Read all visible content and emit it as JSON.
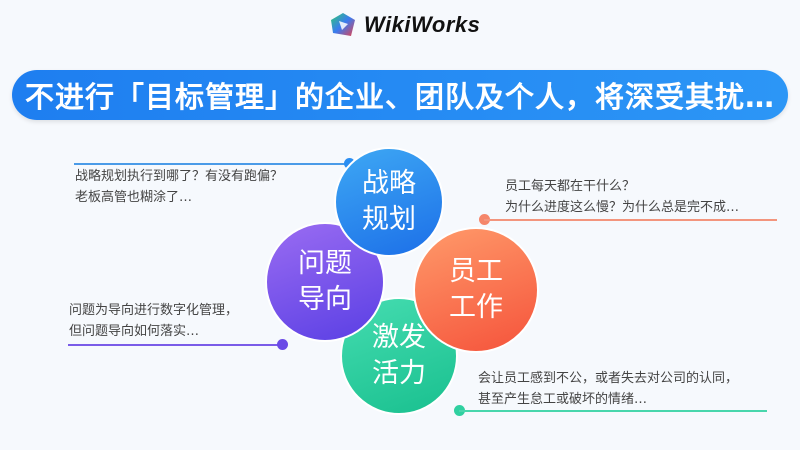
{
  "logo": {
    "text": "WikiWorks"
  },
  "banner": {
    "title": "不进行「目标管理」的企业、团队及个人，将深受其扰…"
  },
  "circles": [
    {
      "l1": "战略",
      "l2": "规划"
    },
    {
      "l1": "问题",
      "l2": "导向"
    },
    {
      "l1": "员工",
      "l2": "工作"
    },
    {
      "l1": "激发",
      "l2": "活力"
    }
  ],
  "notes": {
    "strategy": [
      "战略规划执行到哪了？有没有跑偏？",
      "老板高管也糊涂了…"
    ],
    "problem": [
      "问题为导向进行数字化管理，",
      "但问题导向如何落实…"
    ],
    "staff": [
      "员工每天都在干什么？",
      "为什么进度这么慢？为什么总是完不成…"
    ],
    "vitality": [
      "会让员工感到不公，或者失去对公司的认同，",
      "甚至产生怠工或破坏的情绪…"
    ]
  },
  "colors": {
    "blue": "#2a8ef2",
    "purple": "#6a4ae6",
    "orange": "#f5704f",
    "green": "#2fd0a0"
  }
}
